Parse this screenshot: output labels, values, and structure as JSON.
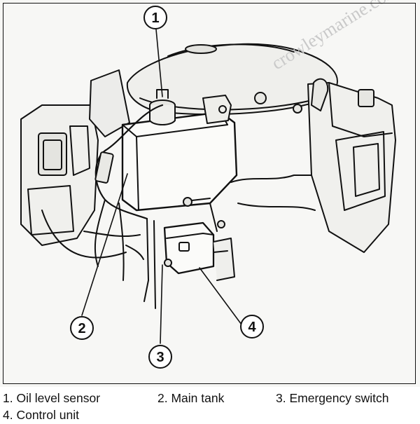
{
  "callouts": [
    {
      "number": "1"
    },
    {
      "number": "2"
    },
    {
      "number": "3"
    },
    {
      "number": "4"
    }
  ],
  "legend": [
    {
      "label": "1. Oil level sensor"
    },
    {
      "label": "2. Main tank"
    },
    {
      "label": "3. Emergency switch"
    },
    {
      "label": "4. Control unit"
    }
  ],
  "watermark": {
    "text": "crowleymarine.com"
  },
  "colors": {
    "line": "#111111",
    "background": "#f7f7f5",
    "watermark": "#c9c9c9"
  }
}
